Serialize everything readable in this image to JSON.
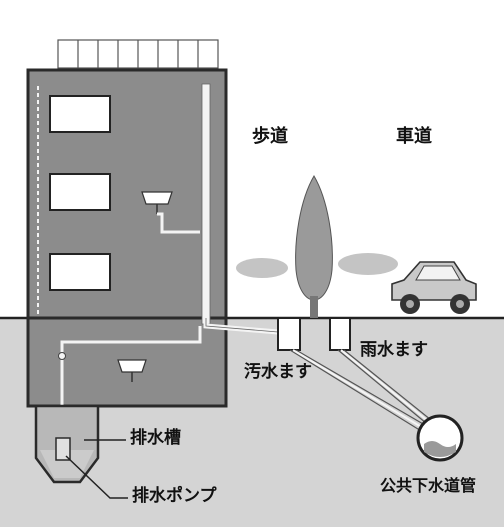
{
  "labels": {
    "sidewalk": "歩道",
    "roadway": "車道",
    "sewage_basin": "汚水ます",
    "rain_basin": "雨水ます",
    "drain_tank": "排水槽",
    "drain_pump": "排水ポンプ",
    "public_sewer": "公共下水道管"
  },
  "colors": {
    "building_fill": "#8c8c8c",
    "building_outline": "#2a2a2a",
    "sky": "#ffffff",
    "ground": "#d4d4d4",
    "window": "#ffffff",
    "pipe": "#f4f4f4",
    "tree": "#9a9a9a",
    "car": "#c9c9c9"
  },
  "icons": {
    "sewer_pipe": "circular-pipe-icon",
    "washbasin": "sink-icon",
    "car": "car-icon",
    "tree": "tree-icon"
  }
}
